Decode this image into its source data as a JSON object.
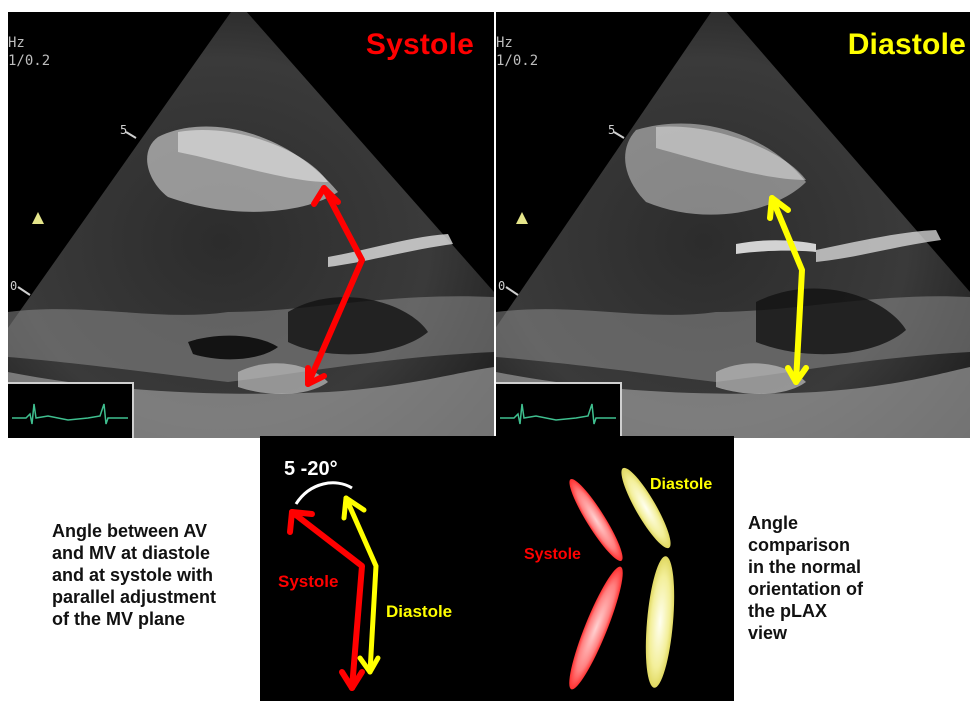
{
  "panels": {
    "left": {
      "title": "Systole",
      "hz_line1": "Hz",
      "hz_line2": "1/0.2",
      "tick_5": "5",
      "tick_0": "0"
    },
    "right": {
      "title": "Diastole",
      "hz_line1": "Hz",
      "hz_line2": "1/0.2",
      "tick_5": "5",
      "tick_0": "0"
    }
  },
  "bottom": {
    "angle_label": "5 -20°",
    "systole_label": "Systole",
    "diastole_label": "Diastole",
    "right_systole_label": "Systole",
    "right_diastole_label": "Diastole"
  },
  "captions": {
    "left_lines": [
      "Angle between AV",
      "and MV at diastole",
      "and at systole with",
      "parallel adjustment",
      "of the MV plane"
    ],
    "right_lines": [
      "Angle",
      "comparison",
      "in the normal",
      "orientation of",
      "the pLAX",
      "view"
    ]
  },
  "colors": {
    "systole": "#ff0000",
    "diastole": "#ffff00",
    "black": "#000000",
    "white": "#ffffff"
  },
  "icons": {
    "marker": "triangle-marker-icon"
  }
}
